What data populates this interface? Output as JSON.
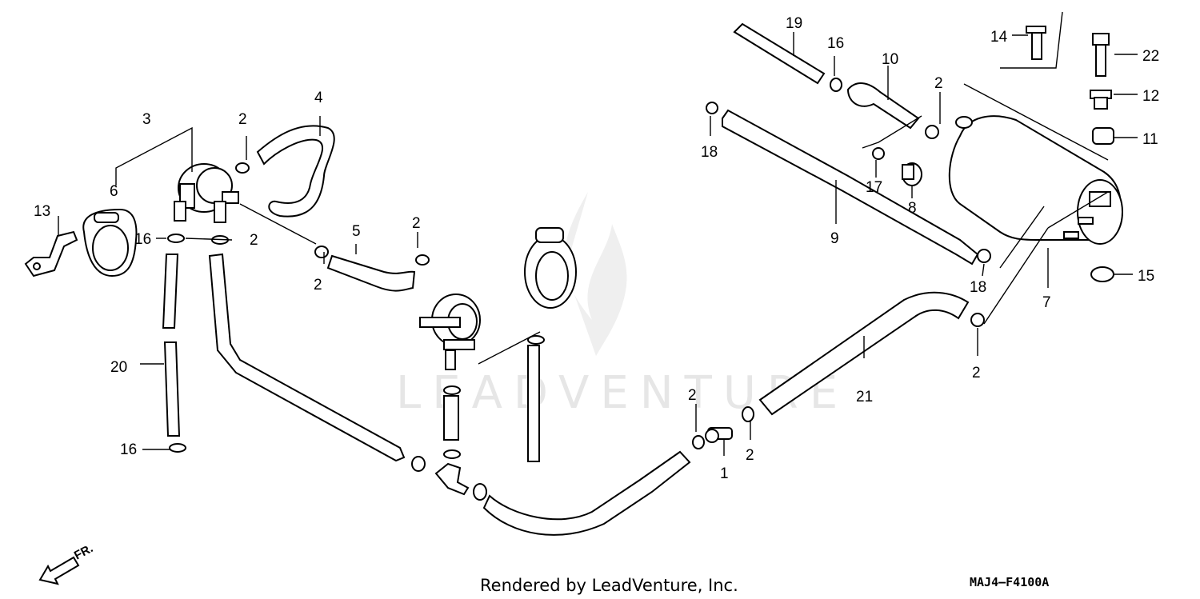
{
  "watermark": {
    "text": "LEADVENTURE"
  },
  "footer": {
    "credit": "Rendered by LeadVenture, Inc.",
    "diagram_code": "MAJ4—F4100A",
    "direction_label": "FR."
  },
  "callouts": [
    {
      "id": "c1",
      "number": "1"
    },
    {
      "id": "c2a",
      "number": "2"
    },
    {
      "id": "c2b",
      "number": "2"
    },
    {
      "id": "c2c",
      "number": "2"
    },
    {
      "id": "c2d",
      "number": "2"
    },
    {
      "id": "c2e",
      "number": "2"
    },
    {
      "id": "c2f",
      "number": "2"
    },
    {
      "id": "c2g",
      "number": "2"
    },
    {
      "id": "c2h",
      "number": "2"
    },
    {
      "id": "c3",
      "number": "3"
    },
    {
      "id": "c4",
      "number": "4"
    },
    {
      "id": "c5",
      "number": "5"
    },
    {
      "id": "c6",
      "number": "6"
    },
    {
      "id": "c7",
      "number": "7"
    },
    {
      "id": "c8",
      "number": "8"
    },
    {
      "id": "c9",
      "number": "9"
    },
    {
      "id": "c10",
      "number": "10"
    },
    {
      "id": "c11",
      "number": "11"
    },
    {
      "id": "c12",
      "number": "12"
    },
    {
      "id": "c13",
      "number": "13"
    },
    {
      "id": "c14",
      "number": "14"
    },
    {
      "id": "c15",
      "number": "15"
    },
    {
      "id": "c16a",
      "number": "16"
    },
    {
      "id": "c16b",
      "number": "16"
    },
    {
      "id": "c16c",
      "number": "16"
    },
    {
      "id": "c17",
      "number": "17"
    },
    {
      "id": "c18a",
      "number": "18"
    },
    {
      "id": "c18b",
      "number": "18"
    },
    {
      "id": "c19",
      "number": "19"
    },
    {
      "id": "c20",
      "number": "20"
    },
    {
      "id": "c21",
      "number": "21"
    },
    {
      "id": "c22",
      "number": "22"
    }
  ]
}
